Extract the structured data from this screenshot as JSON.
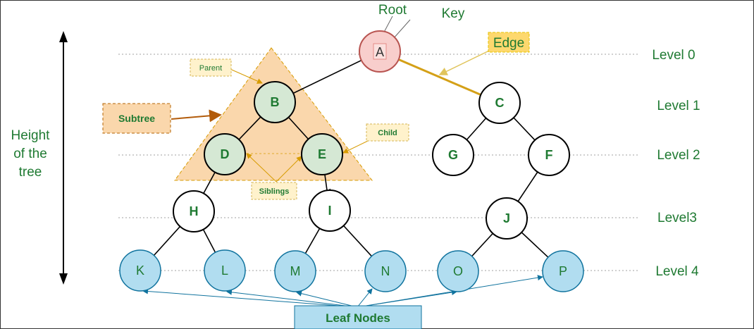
{
  "colors": {
    "green_text": "#1f7a32",
    "leaf_fill": "#b1ddf0",
    "leaf_stroke": "#10739e",
    "internal_fill": "#d5e8d4",
    "root_fill": "#f8cecc",
    "root_stroke": "#b85450",
    "subtree_fill": "#fad7ac",
    "subtree_stroke": "#d79b00",
    "edge_highlight": "#d4a017",
    "edge_label_fill": "#fdd86e"
  },
  "labels": {
    "root": "Root",
    "key": "Key",
    "edge": "Edge",
    "parent": "Parent",
    "subtree": "Subtree",
    "child": "Child",
    "siblings": "Siblings",
    "leaf_nodes": "Leaf Nodes",
    "height_line1": "Height",
    "height_line2": "of the",
    "height_line3": "tree"
  },
  "levels": [
    "Level 0",
    "Level 1",
    "Level 2",
    "Level3",
    "Level 4"
  ],
  "nodes": {
    "A": "A",
    "B": "B",
    "C": "C",
    "D": "D",
    "E": "E",
    "F": "F",
    "G": "G",
    "H": "H",
    "I": "I",
    "J": "J",
    "K": "K",
    "L": "L",
    "M": "M",
    "N": "N",
    "O": "O",
    "P": "P"
  }
}
